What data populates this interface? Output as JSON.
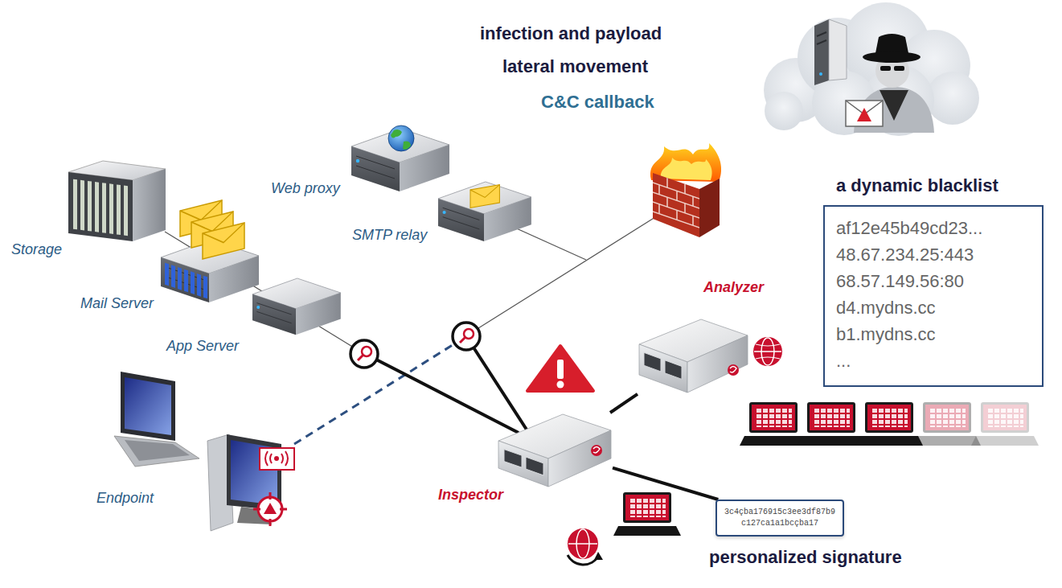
{
  "diagram": {
    "nodes": [
      {
        "text": [
          "Storage"
        ]
      },
      {
        "text": [
          "Mail Server"
        ]
      },
      {
        "text": [
          "App Server"
        ]
      },
      {
        "text": [
          "Web proxy"
        ]
      },
      {
        "text": [
          "SMTP relay"
        ]
      },
      {
        "text": [
          "Endpoint"
        ]
      },
      {
        "text": [
          "Inspector"
        ]
      },
      {
        "text": [
          "Analyzer"
        ]
      },
      {
        "text": [
          "a dynamic blacklist",
          "af12e45b49cd23...",
          "48.67.234.25:443",
          "68.57.149.56:80",
          "d4.mydns.cc",
          "b1.mydns.cc",
          "..."
        ]
      },
      {
        "text": [
          "3c4çba176915c3ee3df87b9 c127ca1a1bcçba17",
          "personalized signature"
        ]
      }
    ],
    "edges": [
      {
        "from": 6,
        "to": 7,
        "arrow": "none"
      },
      {
        "from": 6,
        "to": 9,
        "arrow": "none"
      }
    ],
    "labels": [
      "infection and payload",
      "lateral movement",
      "C&C callback"
    ]
  }
}
